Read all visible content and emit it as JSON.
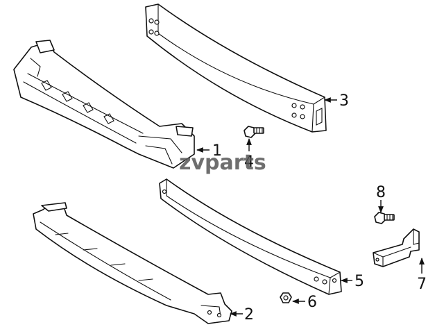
{
  "watermark": "zvparts",
  "callouts": {
    "c1": "1",
    "c2": "2",
    "c3": "3",
    "c4": "4",
    "c5": "5",
    "c6": "6",
    "c7": "7",
    "c8": "8"
  }
}
